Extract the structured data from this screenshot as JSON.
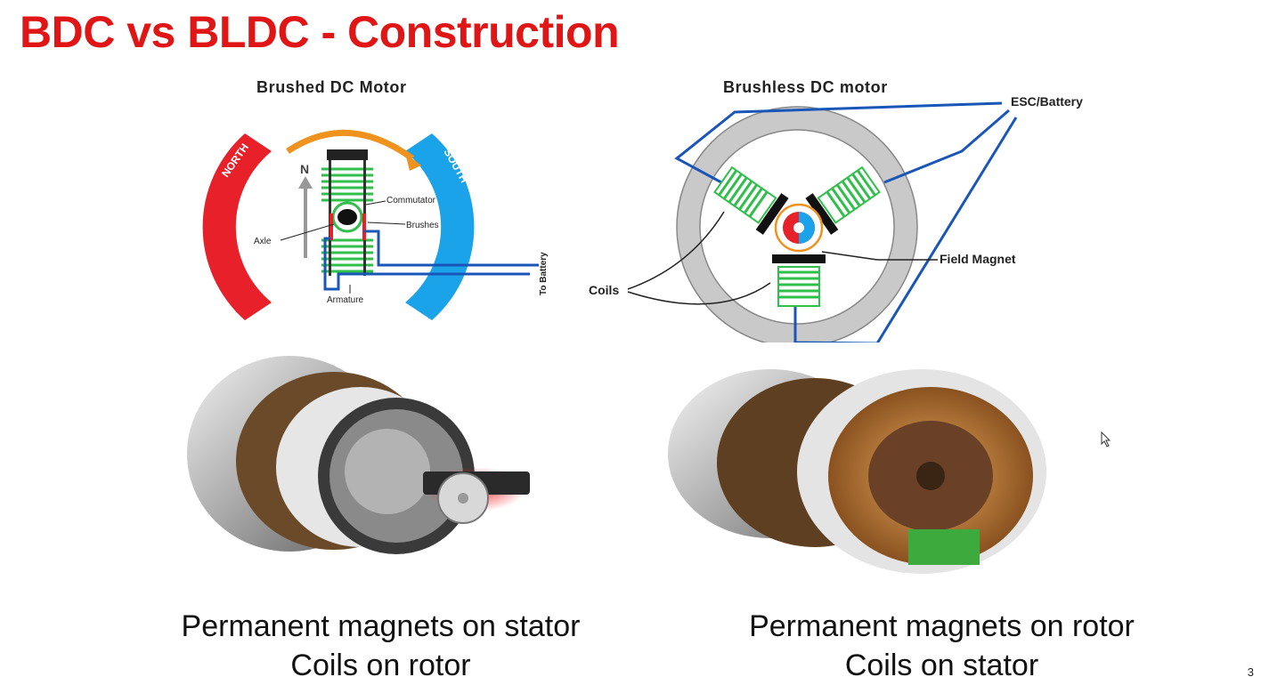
{
  "slide": {
    "title": "BDC vs BLDC - Construction",
    "page_number": "3"
  },
  "brushed": {
    "title": "Brushed DC Motor",
    "labels": {
      "north": "NORTH",
      "south": "SOUTH",
      "n": "N",
      "commutator": "Commutator",
      "brushes": "Brushes",
      "axle": "Axle",
      "armature": "Armature",
      "to_battery": "To Battery"
    },
    "caption_line1": "Permanent magnets on stator",
    "caption_line2": "Coils on rotor"
  },
  "brushless": {
    "title": "Brushless DC motor",
    "labels": {
      "esc_battery": "ESC/Battery",
      "field_magnet": "Field Magnet",
      "coils": "Coils"
    },
    "caption_line1": "Permanent magnets on rotor",
    "caption_line2": "Coils on stator"
  },
  "colors": {
    "title_red": "#e01616",
    "north_red": "#e8202a",
    "south_blue": "#1aa3e8",
    "coil_green": "#2fbf4a",
    "wire_blue": "#1a56b8",
    "arrow_orange": "#f0921e",
    "stator_gray": "#c9c9c9"
  }
}
